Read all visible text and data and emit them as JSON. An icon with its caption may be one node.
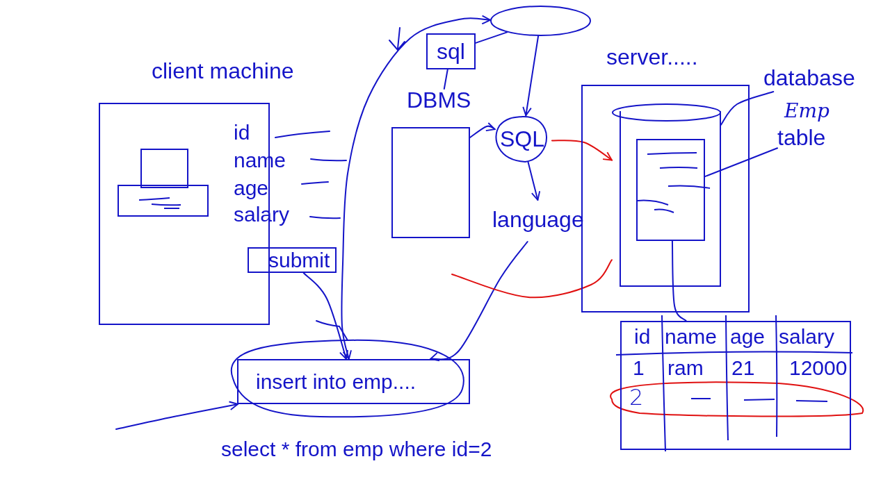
{
  "diagram": {
    "nodes": [
      {
        "text": [
          "client machine"
        ]
      },
      {
        "text": [
          "submit"
        ]
      },
      {
        "text": [],
        "shape": "ellipse"
      },
      {
        "text": [
          "sql"
        ]
      },
      {
        "text": [
          "DBMS"
        ]
      },
      {
        "text": [
          "SQL"
        ]
      },
      {
        "text": [
          "language"
        ]
      },
      {
        "text": [
          "server....."
        ]
      },
      {
        "text": [],
        "shape": "cylinder",
        "in": 7
      },
      {
        "text": [],
        "shape": "box",
        "in": 8
      },
      {
        "text": [
          "database"
        ]
      },
      {
        "text": [
          "table"
        ]
      },
      {
        "text": [],
        "shape": "box"
      },
      {
        "text": [
          "insert into emp...."
        ]
      }
    ],
    "edges": [
      {
        "from": 1,
        "to": 13,
        "arrow": "to"
      },
      {
        "from": 13,
        "to": 2,
        "arrow": "both"
      },
      {
        "from": 3,
        "to": 2,
        "arrow": "none"
      },
      {
        "from": 3,
        "to": 4,
        "arrow": "none"
      },
      {
        "from": 2,
        "to": 5,
        "arrow": "to"
      },
      {
        "from": 4,
        "to": 5,
        "arrow": "to"
      },
      {
        "from": 5,
        "to": 6,
        "arrow": "to"
      },
      {
        "from": 5,
        "to": 8,
        "arrow": "to",
        "color": "#e01010"
      },
      {
        "from": 6,
        "to": 13,
        "arrow": "to"
      },
      {
        "from": 8,
        "to": null,
        "arrow": "none",
        "color": "#e01010"
      },
      {
        "from": 10,
        "to": 8,
        "arrow": "none"
      },
      {
        "from": 11,
        "to": 9,
        "arrow": "none"
      },
      {
        "from": 9,
        "to": 12,
        "arrow": "none"
      },
      {
        "from": null,
        "to": 13,
        "arrow": "to"
      }
    ],
    "labels": [
      "id",
      "name",
      "age",
      "salary",
      "Emp",
      "id",
      "name",
      "age",
      "salary",
      "1",
      "ram",
      "21",
      "12000",
      "2",
      "select * from emp where id=2"
    ]
  }
}
